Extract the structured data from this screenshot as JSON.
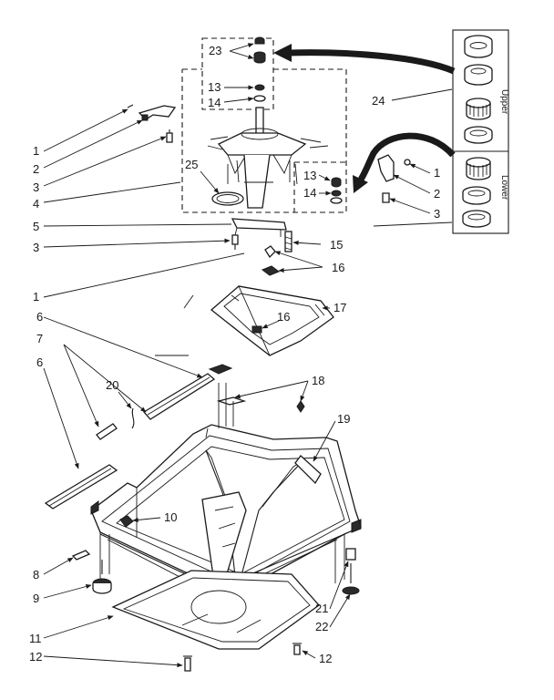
{
  "diagram": {
    "callouts": [
      "23",
      "13",
      "14",
      "24",
      "25",
      "13",
      "14",
      "1",
      "2",
      "3",
      "4",
      "1",
      "2",
      "3",
      "5",
      "3",
      "15",
      "16",
      "1",
      "17",
      "16",
      "6",
      "7",
      "6",
      "20",
      "18",
      "19",
      "10",
      "8",
      "9",
      "11",
      "12",
      "12",
      "21",
      "22"
    ],
    "kit_labels": {
      "upper": "Upper",
      "lower": "Lower"
    }
  }
}
